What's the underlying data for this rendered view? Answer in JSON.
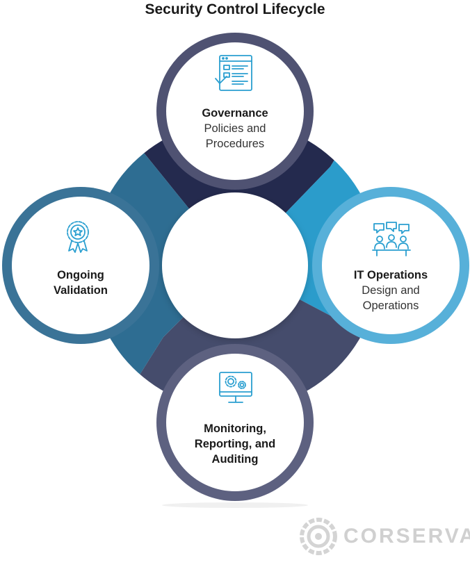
{
  "title": "Security Control Lifecycle",
  "colors": {
    "navy": "#242a4e",
    "cyan": "#2b9ccb",
    "slate": "#454c6c",
    "steel": "#2e6d92",
    "ring_top": "#4f5272",
    "ring_right": "#57b0d9",
    "ring_bottom": "#5d6180",
    "ring_left": "#3a7397",
    "icon": "#2a9fd0"
  },
  "nodes": {
    "governance": {
      "title": "Governance",
      "subtitle_1": "Policies and",
      "subtitle_2": "Procedures",
      "icon": "document-checklist-icon"
    },
    "it_operations": {
      "title": "IT Operations",
      "subtitle_1": "Design and",
      "subtitle_2": "Operations",
      "icon": "team-meeting-icon"
    },
    "monitoring": {
      "line_1": "Monitoring,",
      "line_2": "Reporting, and",
      "line_3": "Auditing",
      "icon": "monitor-gears-icon"
    },
    "validation": {
      "line_1": "Ongoing",
      "line_2": "Validation",
      "icon": "award-ribbon-icon"
    }
  },
  "logo": {
    "name": "CORSERVA"
  }
}
